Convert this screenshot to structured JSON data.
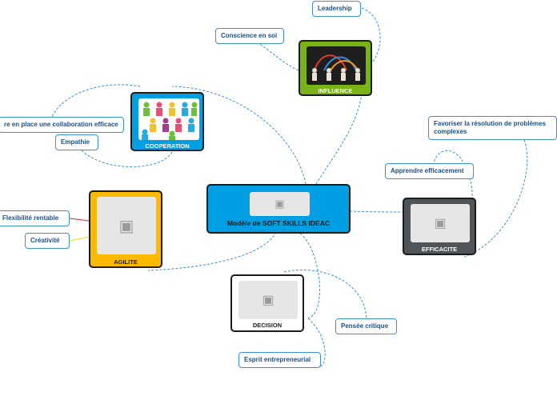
{
  "map": {
    "center": {
      "label": "Modèle de SOFT SKILLS  IDEAC",
      "color": "#009fe3"
    },
    "branches": {
      "influence": {
        "label": "INFLUENCE",
        "color": "#7ab317"
      },
      "cooperation": {
        "label": "COOPERATION",
        "color": "#009fe3"
      },
      "agilite": {
        "label": "AGILITE",
        "color": "#fbb900"
      },
      "efficacite": {
        "label": "EFFICACITE",
        "color": "#505559"
      },
      "decision": {
        "label": "DECISION",
        "color": "#ffffff"
      }
    },
    "leaves": {
      "leadership": "Leadership",
      "conscience": "Conscience en soi",
      "collaboration": "re en place une collaboration efficace",
      "empathie": "Empathie",
      "flexibilite": "Flexibilité rentable",
      "creativite": "Créativité",
      "resolution": "Favoriser la résolution de problèmes complexes",
      "apprendre": "Apprendre efficacement",
      "pensee": "Pensée critique",
      "esprit": "Esprit entrepreneurial"
    },
    "link_color": "#3a8fd6",
    "icons": [
      "camera-placeholder-icon",
      "network-people-icon",
      "team-people-icon"
    ]
  }
}
